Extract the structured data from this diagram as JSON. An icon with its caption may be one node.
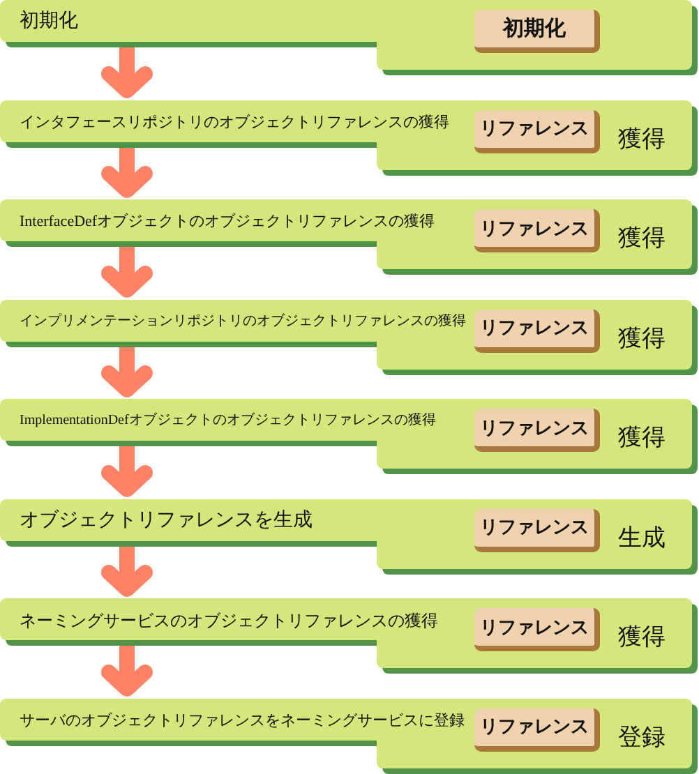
{
  "diagram": {
    "nodes": [
      {
        "text": [
          "初期化"
        ]
      },
      {
        "text": [
          "初期化"
        ],
        "in": 0
      },
      {
        "text": [
          "インタフェースリポジトリのオブジェクトリファレンスの獲得"
        ]
      },
      {
        "text": [
          "リファレンス"
        ],
        "in": 2,
        "beside": [
          "獲得"
        ]
      },
      {
        "text": [
          "InterfaceDefオブジェクトのオブジェクトリファレンスの獲得"
        ]
      },
      {
        "text": [
          "リファレンス"
        ],
        "in": 4,
        "beside": [
          "獲得"
        ]
      },
      {
        "text": [
          "インプリメンテーションリポジトリのオブジェクトリファレンスの獲得"
        ]
      },
      {
        "text": [
          "リファレンス"
        ],
        "in": 6,
        "beside": [
          "獲得"
        ]
      },
      {
        "text": [
          "ImplementationDefオブジェクトのオブジェクトリファレンスの獲得"
        ]
      },
      {
        "text": [
          "リファレンス"
        ],
        "in": 8,
        "beside": [
          "獲得"
        ]
      },
      {
        "text": [
          "オブジェクトリファレンスを生成"
        ]
      },
      {
        "text": [
          "リファレンス"
        ],
        "in": 10,
        "beside": [
          "生成"
        ]
      },
      {
        "text": [
          "ネーミングサービスのオブジェクトリファレンスの獲得"
        ]
      },
      {
        "text": [
          "リファレンス"
        ],
        "in": 12,
        "beside": [
          "獲得"
        ]
      },
      {
        "text": [
          "サーバのオブジェクトリファレンスをネーミングサービスに登録"
        ]
      },
      {
        "text": [
          "リファレンス"
        ],
        "in": 14,
        "beside": [
          "登録"
        ]
      }
    ],
    "edges": [
      {
        "from": 0,
        "to": 2,
        "arrow": "to"
      },
      {
        "from": 2,
        "to": 4,
        "arrow": "to"
      },
      {
        "from": 4,
        "to": 6,
        "arrow": "to"
      },
      {
        "from": 6,
        "to": 8,
        "arrow": "to"
      },
      {
        "from": 8,
        "to": 10,
        "arrow": "to"
      },
      {
        "from": 10,
        "to": 12,
        "arrow": "to"
      },
      {
        "from": 12,
        "to": 14,
        "arrow": "to"
      }
    ]
  }
}
